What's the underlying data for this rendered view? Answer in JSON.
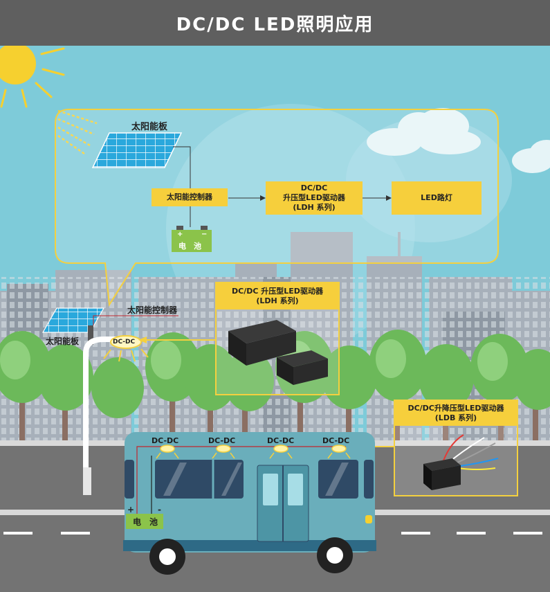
{
  "header": {
    "title": "DC/DC LED照明应用"
  },
  "callout": {
    "solar_panel": "太阳能板",
    "solar_controller": "太阳能控制器",
    "boost_driver_line1": "DC/DC",
    "boost_driver_line2": "升压型LED驱动器",
    "boost_driver_line3": "(LDH 系列)",
    "led_lamp": "LED路灯",
    "battery_plus": "+",
    "battery_minus": "−",
    "battery_label": "电　池"
  },
  "street": {
    "solar_panel": "太阳能板",
    "solar_controller": "太阳能控制器",
    "lamp_tag": "DC-DC"
  },
  "ldh_box": {
    "line1": "DC/DC 升压型LED驱动器",
    "line2": "(LDH 系列)"
  },
  "ldb_box": {
    "line1": "DC/DC升降压型LED驱动器",
    "line2": "(LDB 系列)"
  },
  "bus": {
    "lamps": [
      "DC-DC",
      "DC-DC",
      "DC-DC",
      "DC-DC"
    ],
    "battery_label": "电　池",
    "plus": "+",
    "minus": "-"
  },
  "colors": {
    "sky": "#7ecbd9",
    "accent_yellow": "#f6cf3c",
    "battery_green": "#8bc34a",
    "panel_blue": "#29a7d9",
    "bus_teal": "#6aaebb",
    "tree_green": "#7cc36a"
  }
}
